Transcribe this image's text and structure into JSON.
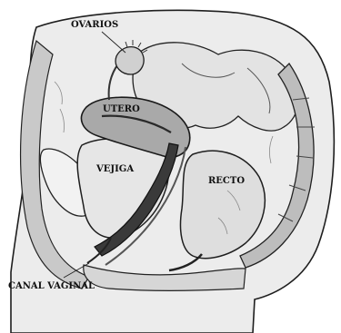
{
  "labels": {
    "ovaries": "OVARIOS",
    "uterus": "UTERO",
    "bladder": "VEJIGA",
    "rectum": "RECTO",
    "vaginal_canal": "CANAL VAGINAL"
  },
  "colors": {
    "background": "#ffffff",
    "skin": "#e9e9e9",
    "tissue_light": "#dcdcdc",
    "tissue_mid": "#b8b8b8",
    "tissue_dark": "#6e6e6e",
    "cavity_dark": "#2a2a2a",
    "outline": "#1e1e1e"
  }
}
